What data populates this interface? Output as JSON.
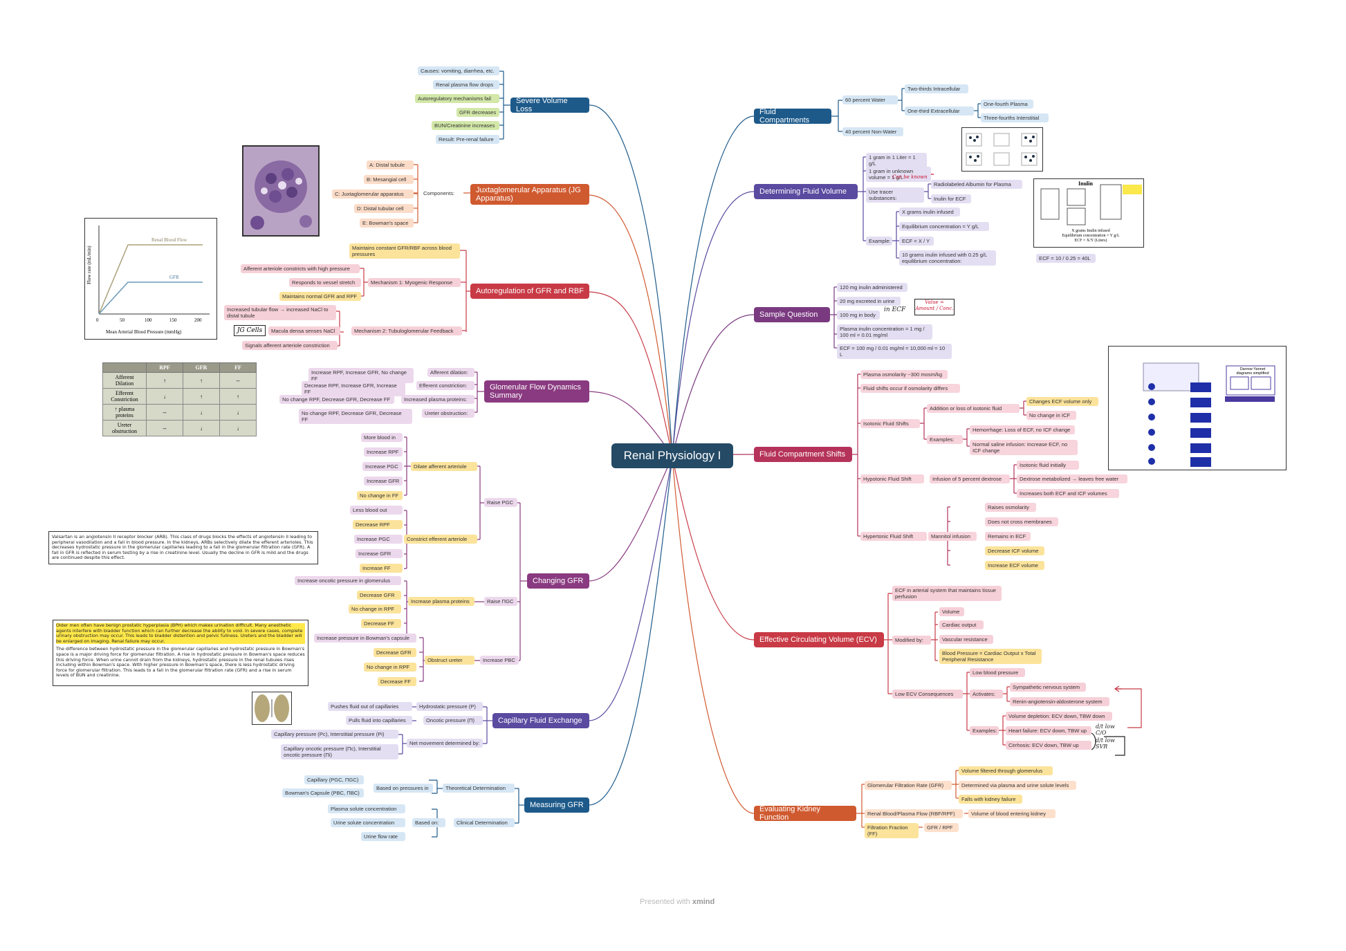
{
  "central": "Renal Physiology I",
  "footer": {
    "prefix": "Presented with",
    "brand": "xmind"
  },
  "severe": {
    "title": "Severe Volume Loss",
    "items": [
      "Causes: vomiting, diarrhea, etc.",
      "Renal plasma flow drops",
      "Autoregulatory mechanisms fail",
      "GFR decreases",
      "BUN/Creatinine increases",
      "Result: Pre-renal failure"
    ]
  },
  "jga": {
    "title": "Juxtaglomerular Apparatus (JG Apparatus)",
    "components": "Components:",
    "items": [
      "A: Distal tubule",
      "B: Mesangial cell",
      "C: Juxtaglomerular apparatus",
      "D: Distal tubular cell",
      "E: Bowman's space"
    ]
  },
  "autoreg": {
    "title": "Autoregulation of GFR and RBF",
    "top": "Maintains constant GFR/RBF across blood pressures",
    "m1": "Mechanism 1: Myogenic Response",
    "m1items": [
      "Afferent arteriole constricts with high pressure",
      "Responds to vessel stretch",
      "Maintains normal GFR and RPF"
    ],
    "m2": "Mechanism 2: Tubuloglomerular Feedback",
    "m2items": [
      "Increased tubular flow → increased NaCl to distal tubule",
      "Macula densa senses NaCl",
      "Signals afferent arteriole constriction"
    ],
    "jgcells": "JG Cells"
  },
  "gfd": {
    "title": "Glomerular Flow Dynamics Summary",
    "rows": [
      {
        "label": "Afferent dilation:",
        "value": "Increase RPF, Increase GFR, No change FF"
      },
      {
        "label": "Efferent constriction:",
        "value": "Decrease RPF, Increase GFR, Increase FF"
      },
      {
        "label": "Increased plasma proteins:",
        "value": "No change RPF, Decrease GFR, Decrease FF"
      },
      {
        "label": "Ureter obstruction:",
        "value": "No change RPF, Decrease GFR, Decrease FF"
      }
    ]
  },
  "changing": {
    "title": "Changing GFR",
    "raisePGC": "Raise PGC",
    "dilate": "Dilate afferent arteriole",
    "dilateItems": [
      "More blood in",
      "Increase RPF",
      "Increase PGC",
      "Increase GFR",
      "No change in FF"
    ],
    "constrict": "Constrict efferent arteriole",
    "constrictItems": [
      "Less blood out",
      "Decrease RPF",
      "Increase PGC",
      "Increase GFR",
      "Increase FF"
    ],
    "raisePiGC": "Raise ΠGC",
    "proteins": "Increase plasma proteins",
    "proteinItems": [
      "Increase oncotic pressure in glomerulus",
      "Decrease GFR",
      "No change in RPF",
      "Decrease FF"
    ],
    "increasePBC": "Increase PBC",
    "obstruct": "Obstruct ureter",
    "obstructItems": [
      "Increase pressure in Bowman's capsule",
      "Decrease GFR",
      "No change in RPF",
      "Decrease FF"
    ]
  },
  "capillary": {
    "title": "Capillary Fluid Exchange",
    "hydro": "Hydrostatic pressure (P)",
    "hydroItem": "Pushes fluid out of capillaries",
    "onco": "Oncotic pressure (Π)",
    "oncoItem": "Pulls fluid into capillaries",
    "net": "Net movement determined by:",
    "netItems": [
      "Capillary pressure (Pc), Interstitial pressure (Pi)",
      "Capillary oncotic pressure (Πc), Interstitial oncotic pressure (Πi)"
    ]
  },
  "measuring": {
    "title": "Measuring GFR",
    "theoretical": "Theoretical Determination",
    "basedPressures": "Based on pressures in",
    "theoItems": [
      "Capillary (PGC, ΠGC)",
      "Bowman's Capsule (PBC, ΠBC)"
    ],
    "clinical": "Clinical Determination",
    "basedOn": "Based on:",
    "clinItems": [
      "Plasma solute concentration",
      "Urine solute concentration",
      "Urine flow rate"
    ]
  },
  "compartments": {
    "title": "Fluid Compartments",
    "water": "60 percent Water",
    "nonwater": "40 percent Non-Water",
    "intra": "Two-thirds Intracellular",
    "extra": "One-third Extracellular",
    "plasma": "One-fourth Plasma",
    "interstitial": "Three-fourths Interstitial"
  },
  "determining": {
    "title": "Determining Fluid Volume",
    "items": [
      "1 gram in 1 Liter = 1 g/L",
      "1 gram in unknown volume = 1 g/L"
    ],
    "canBeKnown": "Can be known",
    "tracer": "Use tracer substances:",
    "tracerItems": [
      "Radiolabeled Albumin for Plasma",
      "Inulin for ECF"
    ],
    "example": "Example:",
    "exampleItems": [
      "X grams inulin infused",
      "Equilibrium concentration = Y g/L",
      "ECF = X / Y",
      "10 grams inulin infused with 0.25 g/L equilibrium concentration:"
    ],
    "result": "ECF = 10 / 0.25 = 40L"
  },
  "sample": {
    "title": "Sample Question",
    "items": [
      "120 mg inulin administered",
      "20 mg excreted in urine",
      "100 mg in body",
      "Plasma inulin concentration = 1 mg / 100 ml = 0.01 mg/ml",
      "ECF = 100 mg / 0.01 mg/ml = 10,000 ml = 10 L"
    ],
    "inECF": "in ECF",
    "valueBox": "Value = Amount / Conc."
  },
  "shifts": {
    "title": "Fluid Compartment Shifts",
    "top": [
      "Plasma osmolarity ~300 mosm/kg",
      "Fluid shifts occur if osmolarity differs"
    ],
    "isotonic": "Isotonic Fluid Shifts",
    "addition": "Addition or loss of isotonic fluid",
    "additionItems": [
      "Changes ECF volume only",
      "No change in ICF"
    ],
    "examples": "Examples:",
    "exampleItems": [
      "Hemorrhage: Loss of ECF, no ICF change",
      "Normal saline infusion: Increase ECF, no ICF change"
    ],
    "hypotonic": "Hypotonic Fluid Shift",
    "dextrose": "Infusion of 5 percent dextrose",
    "dextroseItems": [
      "Isotonic fluid initially",
      "Dextrose metabolized → leaves free water",
      "Increases both ECF and ICF volumes"
    ],
    "hypertonic": "Hypertonic Fluid Shift",
    "mannitol": "Mannitol infusion",
    "mannitolItems": [
      "Raises osmolarity",
      "Does not cross membranes",
      "Remains in ECF",
      "Decrease ICF volume",
      "Increase ECF volume"
    ],
    "darrow": "Darrow-Yannet diagrams simplified"
  },
  "ecv": {
    "title": "Effective Circulating Volume (ECV)",
    "def": "ECF in arterial system that maintains tissue perfusion",
    "modified": "Modified by:",
    "modItems": [
      "Volume",
      "Cardiac output",
      "Vascular resistance",
      "Blood Pressure = Cardiac Output x Total Peripheral Resistance"
    ],
    "low": "Low ECV Consequences",
    "lowBP": "Low blood pressure",
    "activates": "Activates:",
    "actItems": [
      "Sympathetic nervous system",
      "Renin-angiotensin-aldosterone system"
    ],
    "examples": "Examples:",
    "exItems": [
      "Volume depletion: ECV down, TBW down",
      "Heart failure: ECV down, TBW up",
      "Cirrhosis: ECV down, TBW up"
    ],
    "hw1": "d/t low C/O",
    "hw2": "d/t low SVR"
  },
  "evaluating": {
    "title": "Evaluating Kidney Function",
    "gfr": "Glomerular Filtration Rate (GFR)",
    "gfrItems": [
      "Volume filtered through glomerulus",
      "Determined via plasma and urine solute levels",
      "Falls with kidney failure"
    ],
    "rbf": "Renal Blood/Plasma Flow (RBF/RPF)",
    "rbfItem": "Volume of blood entering kidney",
    "ff": "Filtration Fraction (FF)",
    "ffItem": "GFR / RPF"
  },
  "graph": {
    "ylabel": "Flow rate (mL/min)",
    "xlabel": "Mean Arterial Blood Pressure (mmHg)",
    "rbf": "Renal Blood Flow",
    "gfr": "GFR",
    "ticks": [
      "0",
      "50",
      "100",
      "150",
      "200"
    ]
  },
  "table": {
    "headers": [
      "",
      "RPF",
      "GFR",
      "FF"
    ],
    "rows": [
      [
        "Afferent Dilation",
        "↑",
        "↑",
        "--"
      ],
      [
        "Efferent Constriction",
        "↓",
        "↑",
        "↑"
      ],
      [
        "↑ plasma proteins",
        "--",
        "↓",
        "↓"
      ],
      [
        "Ureter obstruction",
        "--",
        "↓",
        "↓"
      ]
    ]
  },
  "notes": {
    "valsartan": "Valsartan is an angiotensin II receptor blocker (ARB). This class of drugs blocks the effects of angiotensin II leading to peripheral vasodilation and a fall in blood pressure. In the kidneys, ARBs selectively dilate the efferent arterioles. This decreases hydrostatic pressure in the glomerular capillaries leading to a fall in the glomerular filtration rate (GFR). A fall in GFR is reflected in serum testing by a rise in creatinine level. Usually the decline in GFR is mild and the drugs are continued despite this effect.",
    "bph": "Older men often have benign prostatic hyperplasia (BPH) which makes urination difficult. Many anesthetic agents interfere with bladder function which can further decrease the ability to void. In severe cases, complete urinary obstruction may occur. This leads to bladder distention and pelvic fullness. Ureters and the bladder will be enlarged on imaging. Renal failure may occur.",
    "bph2": "The difference between hydrostatic pressure in the glomerular capillaries and hydrostatic pressure in Bowman's space is a major driving force for glomerular filtration. A rise in hydrostatic pressure in Bowman's space reduces this driving force. When urine cannot drain from the kidneys, hydrostatic pressure in the renal tubules rises including within Bowman's space. With higher pressure in Bowman's space, there is less hydrostatic driving force for glomerular filtration. This leads to a fall in the glomerular filtration rate (GFR) and a rise in serum levels of BUN and creatinine."
  },
  "inulinPanel": {
    "title": "Inulin",
    "line1": "X grams Inulin infused",
    "line2": "Equilibrium concentration = Y g/L",
    "line3": "ECF = X/Y (Liters)"
  }
}
